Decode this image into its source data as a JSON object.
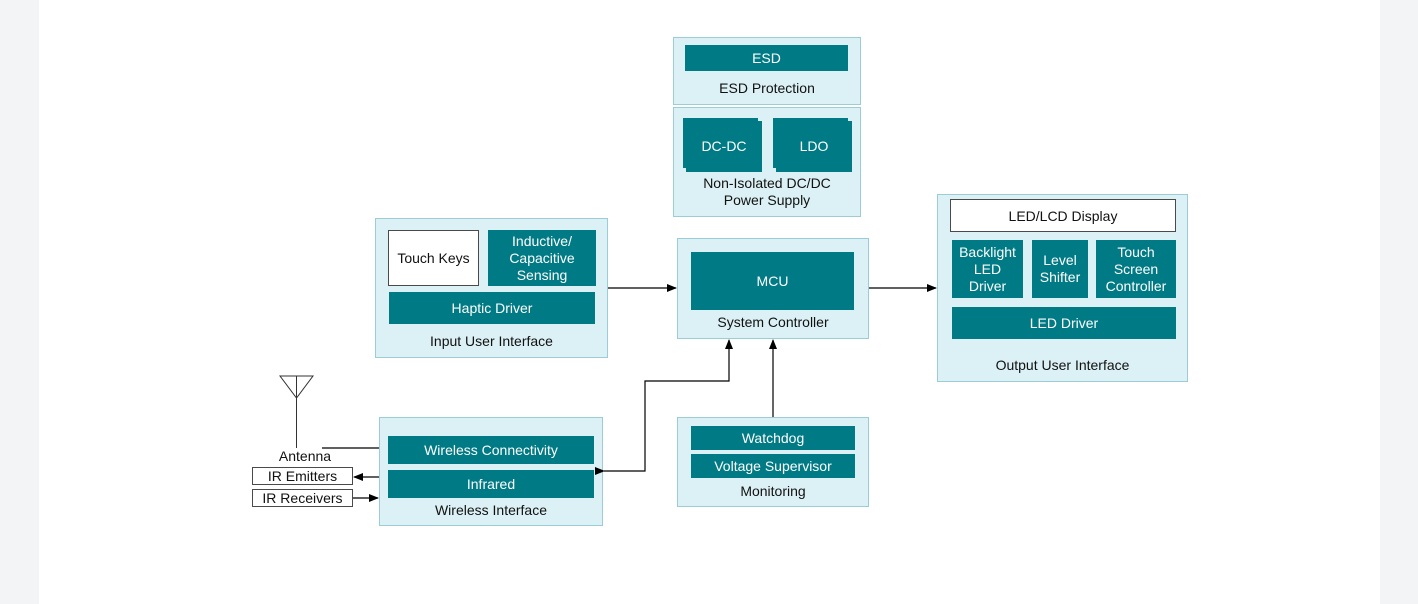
{
  "esd": {
    "block": "ESD",
    "caption": "ESD Protection"
  },
  "power": {
    "dcdc": "DC-DC",
    "ldo": "LDO",
    "caption": "Non-Isolated DC/DC\nPower Supply"
  },
  "input": {
    "touch_keys": "Touch Keys",
    "sensing": "Inductive/\nCapacitive\nSensing",
    "haptic": "Haptic Driver",
    "caption": "Input User Interface"
  },
  "system": {
    "mcu": "MCU",
    "caption": "System Controller"
  },
  "output": {
    "display": "LED/LCD Display",
    "backlight": "Backlight\nLED\nDriver",
    "level_shifter": "Level\nShifter",
    "touch_controller": "Touch\nScreen\nController",
    "led_driver": "LED Driver",
    "caption": "Output User Interface"
  },
  "wireless": {
    "connectivity": "Wireless Connectivity",
    "infrared": "Infrared",
    "caption": "Wireless Interface"
  },
  "monitoring": {
    "watchdog": "Watchdog",
    "supervisor": "Voltage Supervisor",
    "caption": "Monitoring"
  },
  "external": {
    "antenna": "Antenna",
    "ir_emitters": "IR Emitters",
    "ir_receivers": "IR Receivers"
  },
  "colors": {
    "block_fill": "#007a85",
    "panel_fill": "#dcf1f5",
    "panel_border": "#9cccd6",
    "line": "#000000"
  }
}
